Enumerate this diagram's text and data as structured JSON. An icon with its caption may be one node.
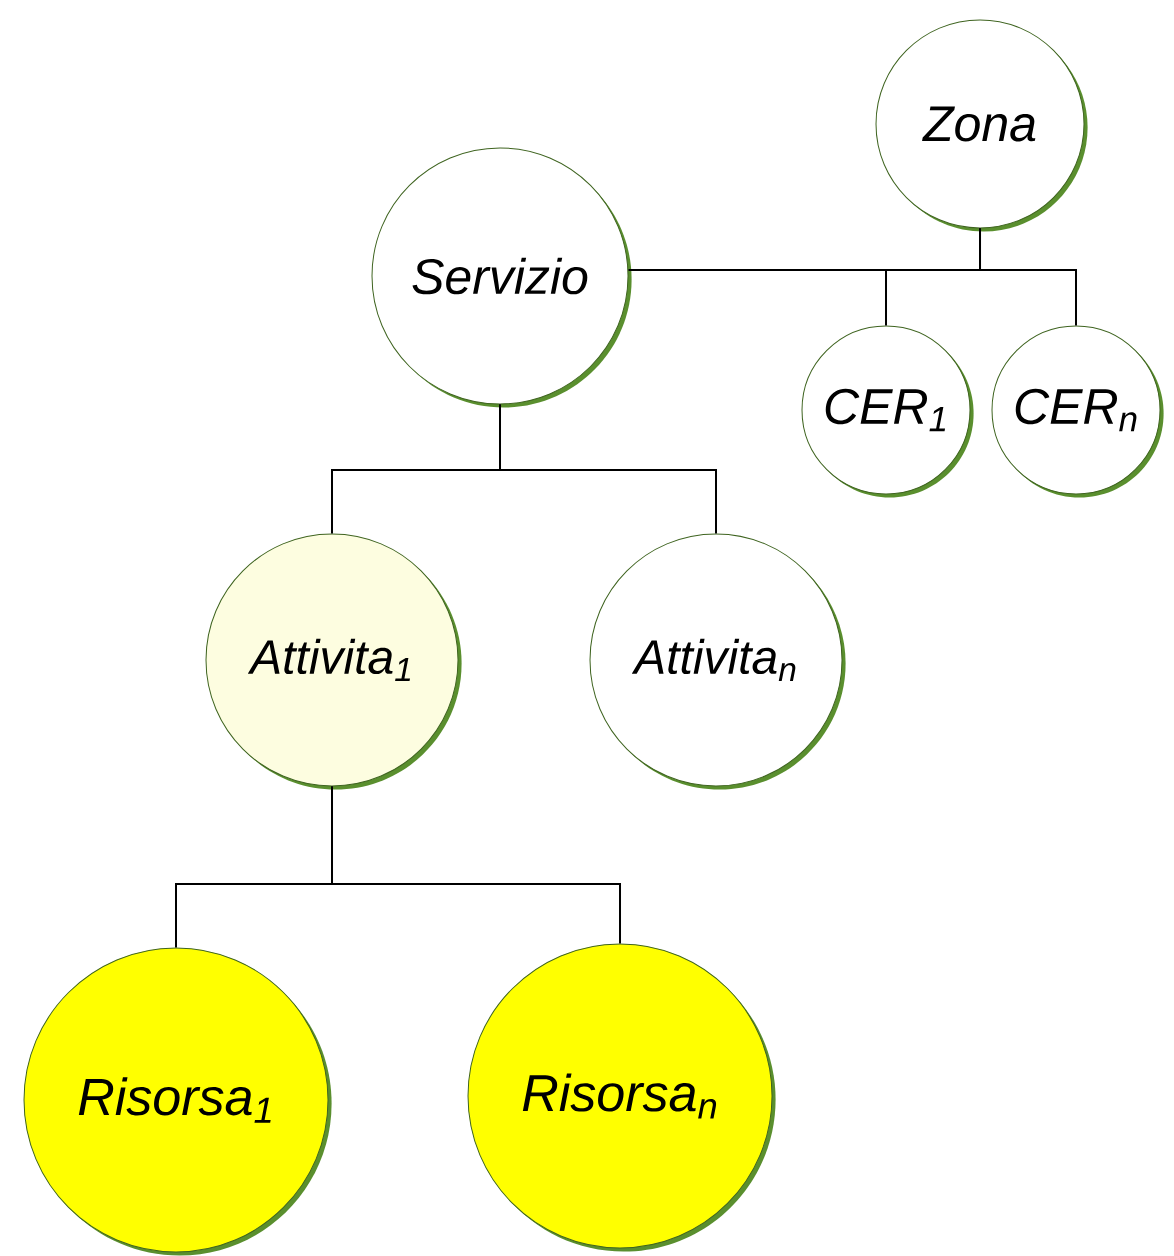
{
  "diagram": {
    "nodes": [
      {
        "text": [
          "Zona"
        ]
      },
      {
        "text": [
          "Servizio"
        ]
      },
      {
        "text": [
          "CER$_{1}$"
        ]
      },
      {
        "text": [
          "CER$_{n}$"
        ]
      },
      {
        "text": [
          "Attivita$_{1}$"
        ]
      },
      {
        "text": [
          "Attivita$_{n}$"
        ]
      },
      {
        "text": [
          "Risorsa$_{1}$"
        ]
      },
      {
        "text": [
          "Risorsa$_{n}$"
        ]
      }
    ],
    "edges": [
      {
        "from": 0,
        "to": 1,
        "arrow": "none"
      },
      {
        "from": 0,
        "to": 2,
        "arrow": "none"
      },
      {
        "from": 0,
        "to": 3,
        "arrow": "none"
      },
      {
        "from": 1,
        "to": 4,
        "arrow": "none"
      },
      {
        "from": 1,
        "to": 5,
        "arrow": "none"
      },
      {
        "from": 4,
        "to": 6,
        "arrow": "none"
      },
      {
        "from": 4,
        "to": 7,
        "arrow": "none"
      }
    ]
  }
}
